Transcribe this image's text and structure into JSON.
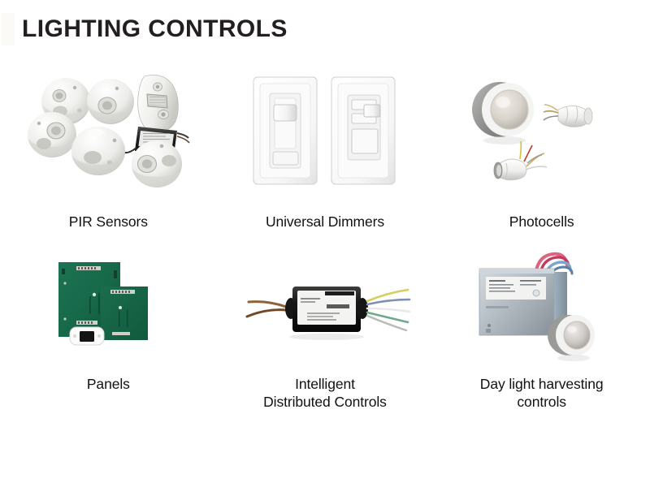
{
  "slide": {
    "title": "LIGHTING CONTROLS",
    "background_color": "#ffffff",
    "title_color": "#231f20"
  },
  "items": [
    {
      "id": "pir-sensors",
      "label": "PIR Sensors",
      "image_name": "pir-sensors-photo",
      "description": "Group of white ceiling-mount dome occupancy sensors, a white wall-mount PIR sensor and a black power pack",
      "colors": {
        "body": "#f1f1ef",
        "shade": "#cfcfcb",
        "accent": "#2a2a2a"
      }
    },
    {
      "id": "universal-dimmers",
      "label": "Universal Dimmers",
      "image_name": "universal-dimmers-photo",
      "description": "Two white wall dimmer switches with slider controls and rocker paddles",
      "colors": {
        "body": "#ffffff",
        "shade": "#dcdcdc",
        "accent": "#b8b8b8"
      }
    },
    {
      "id": "photocells",
      "label": "Photocells",
      "image_name": "photocells-photo",
      "description": "Round recessed ceiling photocell and two small cylindrical photocell sensors with colored lead wires",
      "colors": {
        "body": "#e9e9e7",
        "shade": "#a9a9a7",
        "accent": "#cdbba0"
      }
    },
    {
      "id": "panels",
      "label": "Panels",
      "image_name": "panels-photo",
      "description": "Two green lighting control circuit board panels with a small white wall station",
      "colors": {
        "body": "#16684a",
        "shade": "#0f4f38",
        "accent": "#ffffff"
      }
    },
    {
      "id": "intelligent-distributed-controls",
      "label": "Intelligent\nDistributed Controls",
      "image_name": "intelligent-distributed-controls-photo",
      "description": "Black low-voltage interface module with a white label, brown lead wires at left and yellow, blue, green and white wires at right",
      "colors": {
        "body": "#171717",
        "shade": "#3a3a3a",
        "accent": "#f2f2f2"
      }
    },
    {
      "id": "day-light-harvesting-controls",
      "label": "Day light harvesting\ncontrols",
      "image_name": "day-light-harvesting-controls-photo",
      "description": "Metallic gray power pack enclosure with pink and blue wires plus a round gray daylight photosensor",
      "colors": {
        "body": "#b9c0c6",
        "shade": "#8f989f",
        "accent": "#e86a8a"
      }
    }
  ]
}
